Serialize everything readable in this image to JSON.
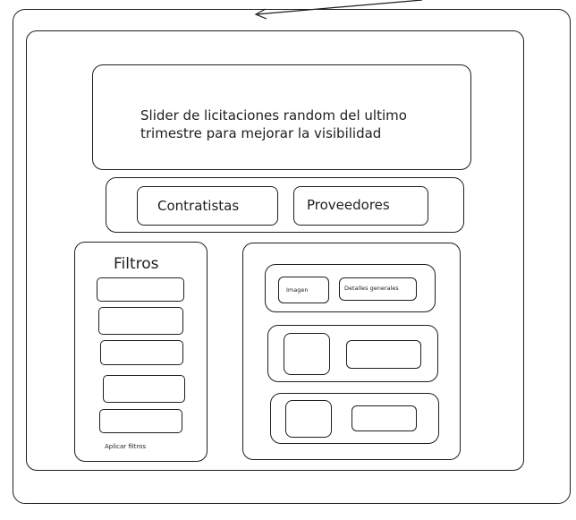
{
  "slider": {
    "line1": "Slider de licitaciones random del ultimo",
    "line2": "trimestre para mejorar la visibilidad"
  },
  "tabs": {
    "contratistas": "Contratistas",
    "proveedores": "Proveedores"
  },
  "filters": {
    "title": "Filtros",
    "apply_label": "Aplicar filtros"
  },
  "results": {
    "image_label": "Imagen",
    "details_label": "Detalles generales"
  }
}
